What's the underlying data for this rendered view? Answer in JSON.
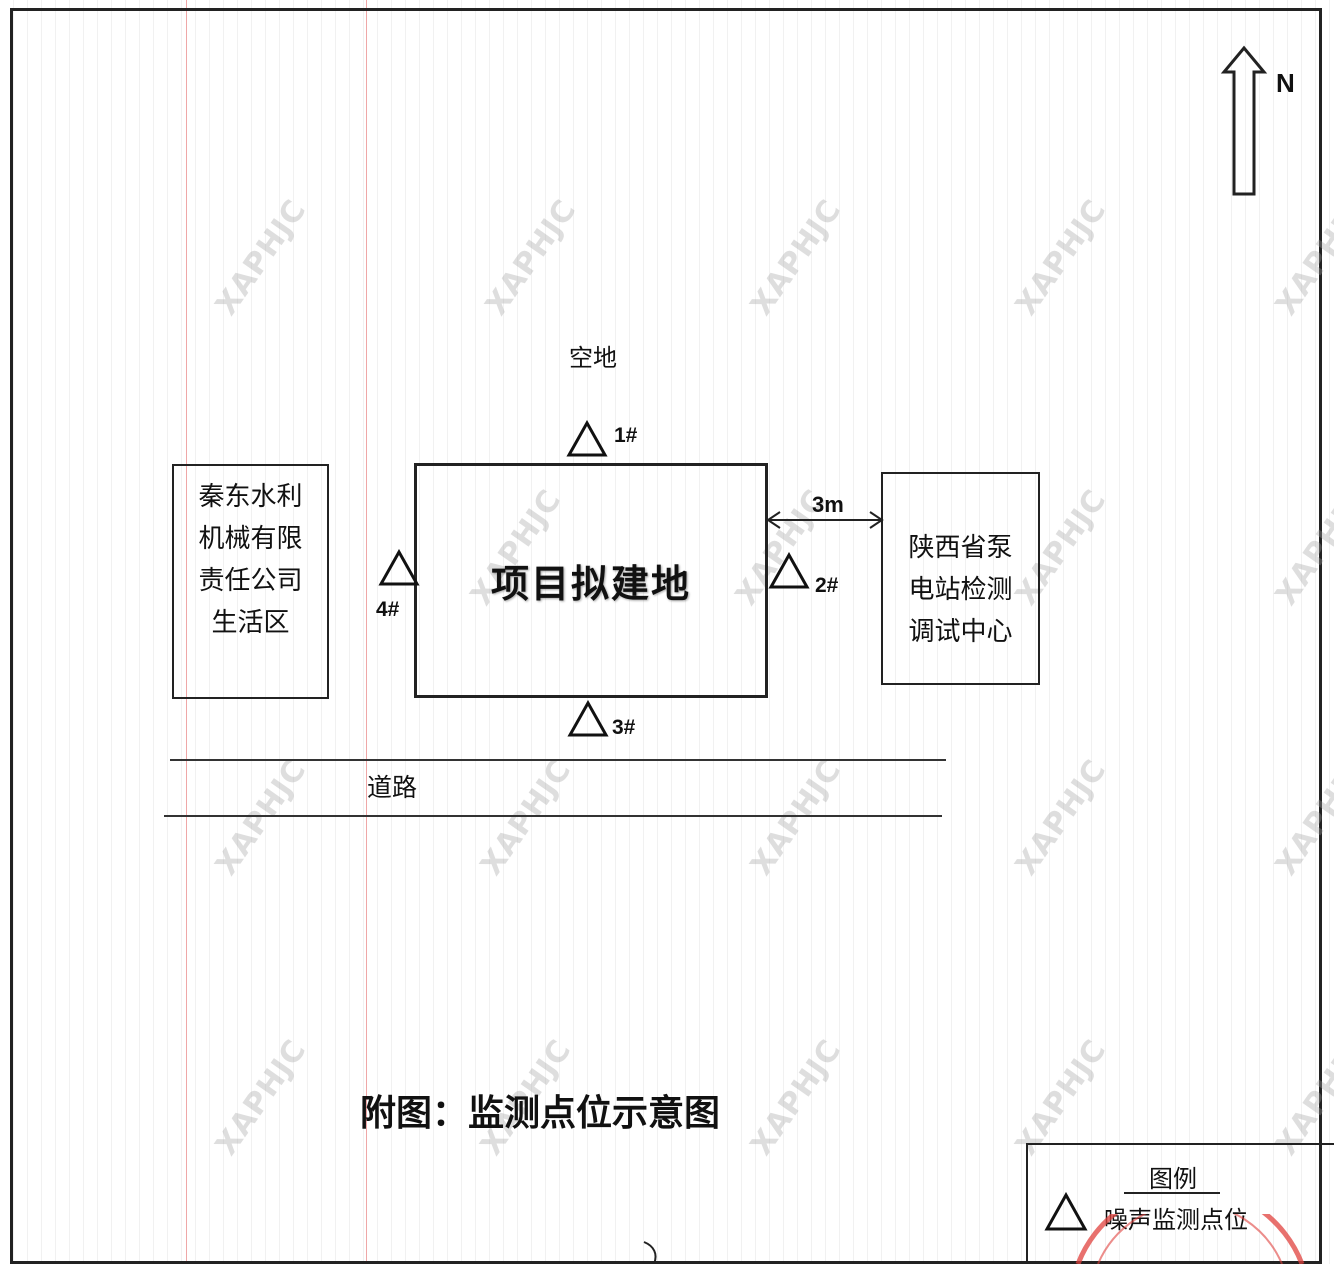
{
  "north_label": "N",
  "watermark": "XAPHJC",
  "open_land": "空地",
  "project_site": "项目拟建地",
  "left_building": [
    "秦东水利",
    "机械有限",
    "责任公司",
    "生活区"
  ],
  "right_building": [
    "陕西省泵",
    "电站检测",
    "调试中心"
  ],
  "distance": "3m",
  "points": [
    "1#",
    "2#",
    "3#",
    "4#"
  ],
  "road": "道路",
  "caption": "附图：监测点位示意图",
  "legend": {
    "title": "图例",
    "item": "噪声监测点位"
  },
  "colors": {
    "stamp": "#e0413d",
    "line": "#222222"
  }
}
